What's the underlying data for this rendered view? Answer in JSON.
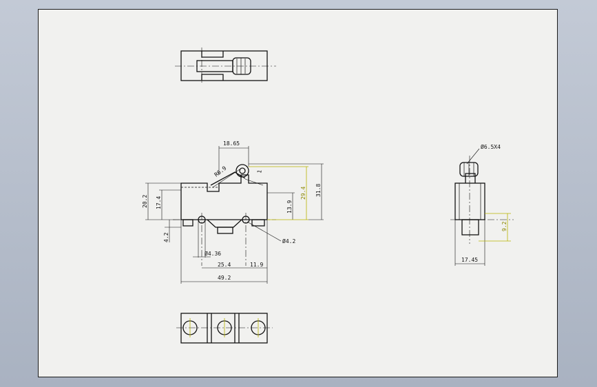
{
  "colors": {
    "background": "#b4bcc9",
    "sheet": "#f1f1ef",
    "line": "#111111",
    "dim_highlight": "#b7b200"
  },
  "dimensions": {
    "width_18_65": "18.65",
    "roller_radius": "R6.9",
    "lever_offset": "1",
    "height_20_2": "20.2",
    "height_17_4": "17.4",
    "height_4_2": "4.2",
    "height_13_9": "13.9",
    "height_29_4": "29.4",
    "height_31_8": "31.8",
    "hole_4_36": "Ø4.36",
    "hole_4_2": "Ø4.2",
    "pitch_25_4": "25.4",
    "offset_11_9": "11.9",
    "width_49_2": "49.2",
    "roller_6_5x4": "Ø6.5X4",
    "side_width_17_45": "17.45",
    "side_height_9_2": "9.2"
  }
}
